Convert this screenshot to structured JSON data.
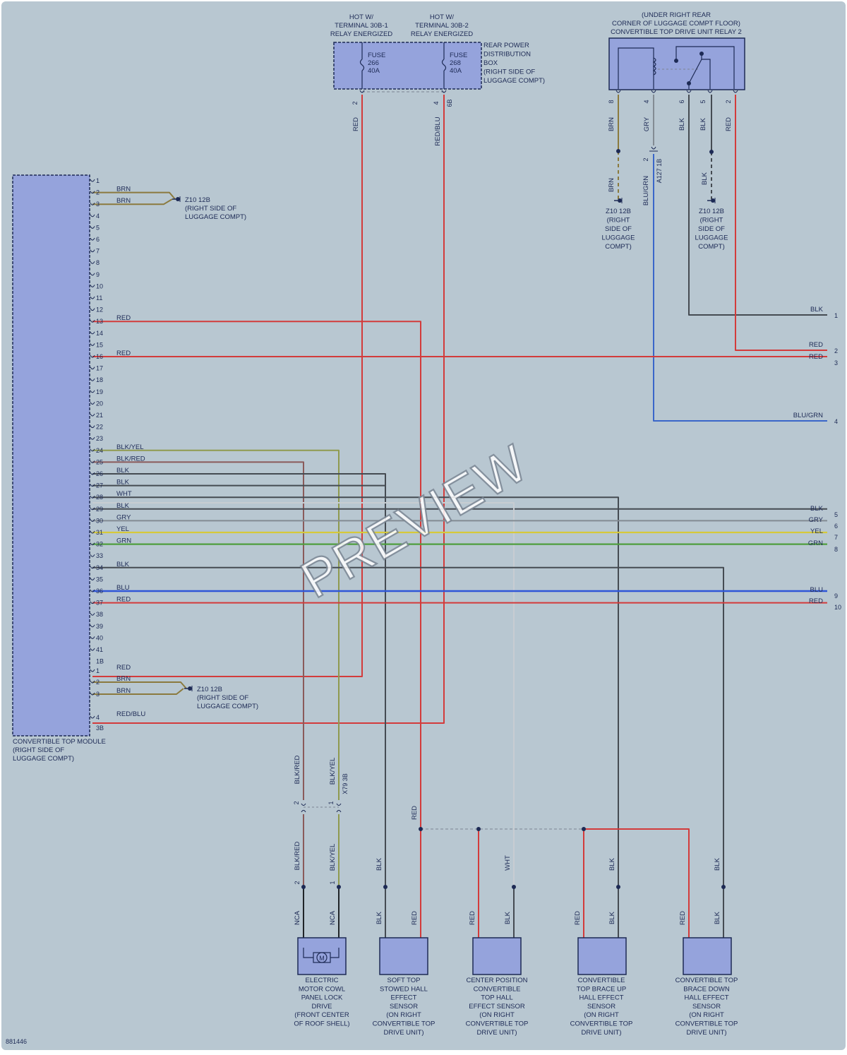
{
  "colors": {
    "background": "#b8c7d1",
    "component_fill": "#95a3dc",
    "component_stroke": "#1d2a55",
    "wire_red": "#d33b3b",
    "wire_blu": "#2f56d8",
    "wire_blk": "#454b52",
    "wire_gry": "#838b93",
    "wire_wht": "#c7cdd2",
    "wire_yel": "#d6c93a",
    "wire_grn": "#4f9e3e",
    "wire_brn": "#8b7a3e",
    "wire_blkyel": "#8f9a4f",
    "wire_blkred": "#8a5a5a",
    "wire_blugrn": "#3a66c9"
  },
  "module": {
    "label_lines": [
      "CONVERTIBLE TOP MODULE",
      "(RIGHT SIDE OF",
      "LUGGAGE COMPT)"
    ],
    "pins_a": [
      "1",
      "2",
      "3",
      "4",
      "5",
      "6",
      "7",
      "8",
      "9",
      "10",
      "11",
      "12",
      "13",
      "14",
      "15",
      "16",
      "17",
      "18",
      "19",
      "20",
      "21",
      "22",
      "23",
      "24",
      "25",
      "26",
      "27",
      "28",
      "29",
      "30",
      "31",
      "32",
      "33",
      "34",
      "35",
      "36",
      "37",
      "38",
      "39",
      "40",
      "41"
    ],
    "conn_a": "1B",
    "pins_b": [
      "1",
      "2",
      "3",
      "4"
    ],
    "conn_b": "3B",
    "wires_a": {
      "2": "BRN",
      "3": "BRN",
      "13": "RED",
      "16": "RED",
      "24": "BLK/YEL",
      "25": "BLK/RED",
      "26": "BLK",
      "27": "BLK",
      "28": "WHT",
      "29": "BLK",
      "30": "GRY",
      "31": "YEL",
      "32": "GRN",
      "34": "BLK",
      "36": "BLU",
      "37": "RED"
    },
    "wires_b": {
      "1": "RED",
      "2": "BRN",
      "3": "BRN",
      "4": "RED/BLU"
    }
  },
  "ground_z10": [
    "Z10 12B",
    "(RIGHT SIDE OF",
    "LUGGAGE COMPT)"
  ],
  "ground_z10_narrow": [
    "Z10 12B",
    "(RIGHT",
    "SIDE OF",
    "LUGGAGE",
    "COMPT)"
  ],
  "hot_1": [
    "HOT W/",
    "TERMINAL 30B-1",
    "RELAY ENERGIZED"
  ],
  "hot_2": [
    "HOT W/",
    "TERMINAL 30B-2",
    "RELAY ENERGIZED"
  ],
  "fuse_box": {
    "label_lines": [
      "REAR POWER",
      "DISTRIBUTION",
      "BOX",
      "(RIGHT SIDE OF",
      "LUGGAGE COMPT)"
    ],
    "fuse_1": [
      "FUSE",
      "266",
      "40A"
    ],
    "fuse_2": [
      "FUSE",
      "268",
      "40A"
    ],
    "pin_1": "2",
    "pin_2": "4",
    "conn": "6B",
    "wire_1": "RED",
    "wire_2": "RED/BLU"
  },
  "relay": {
    "label_lines": [
      "(UNDER RIGHT REAR",
      "CORNER OF LUGGAGE COMPT FLOOR)",
      "CONVERTIBLE TOP DRIVE UNIT RELAY 2"
    ],
    "pins": [
      "8",
      "4",
      "6",
      "5",
      "2"
    ],
    "wires": [
      "BRN",
      "GRY",
      "BLK",
      "BLK",
      "RED"
    ],
    "inline_pin": "2",
    "inline_conn": "A127 1B",
    "wire_gry_below": "BLU/GRN",
    "wire_brn_below": "BRN",
    "wire_blk_below": "BLK"
  },
  "right_refs": [
    {
      "n": "1",
      "wire": "BLK"
    },
    {
      "n": "2",
      "wire": "RED"
    },
    {
      "n": "3",
      "wire": "RED"
    },
    {
      "n": "4",
      "wire": "BLU/GRN"
    },
    {
      "n": "5",
      "wire": "BLK"
    },
    {
      "n": "6",
      "wire": "GRY"
    },
    {
      "n": "7",
      "wire": "YEL"
    },
    {
      "n": "8",
      "wire": "GRN"
    },
    {
      "n": "9",
      "wire": "BLU"
    },
    {
      "n": "10",
      "wire": "RED"
    }
  ],
  "inline_x79": {
    "conn": "X79 3B",
    "pin_1": "2",
    "pin_2": "1",
    "wire_1": "BLK/RED",
    "wire_2": "BLK/YEL"
  },
  "bottom": {
    "wire_splice_red": "RED",
    "motor_wires": [
      "NCA",
      "NCA"
    ],
    "motor_pins": [
      "2",
      "1"
    ],
    "motor_symbol": "M",
    "sensor_wires": [
      "BLK",
      "RED"
    ],
    "wht_label": "WHT",
    "blk_label": "BLK",
    "red_label": "RED"
  },
  "components": [
    {
      "lines": [
        "ELECTRIC",
        "MOTOR COWL",
        "PANEL LOCK",
        "DRIVE",
        "(FRONT CENTER",
        "OF ROOF SHELL)"
      ]
    },
    {
      "lines": [
        "SOFT TOP",
        "STOWED HALL",
        "EFFECT",
        "SENSOR",
        "(ON RIGHT",
        "CONVERTIBLE TOP",
        "DRIVE UNIT)"
      ]
    },
    {
      "lines": [
        "CENTER POSITION",
        "CONVERTIBLE",
        "TOP HALL",
        "EFFECT SENSOR",
        "(ON RIGHT",
        "CONVERTIBLE TOP",
        "DRIVE UNIT)"
      ]
    },
    {
      "lines": [
        "CONVERTIBLE",
        "TOP BRACE UP",
        "HALL EFFECT",
        "SENSOR",
        "(ON RIGHT",
        "CONVERTIBLE TOP",
        "DRIVE UNIT)"
      ]
    },
    {
      "lines": [
        "CONVERTIBLE TOP",
        "BRACE DOWN",
        "HALL EFFECT",
        "SENSOR",
        "(ON RIGHT",
        "CONVERTIBLE TOP",
        "DRIVE UNIT)"
      ]
    }
  ],
  "diagram_id": "881446",
  "watermark": "PREVIEW"
}
